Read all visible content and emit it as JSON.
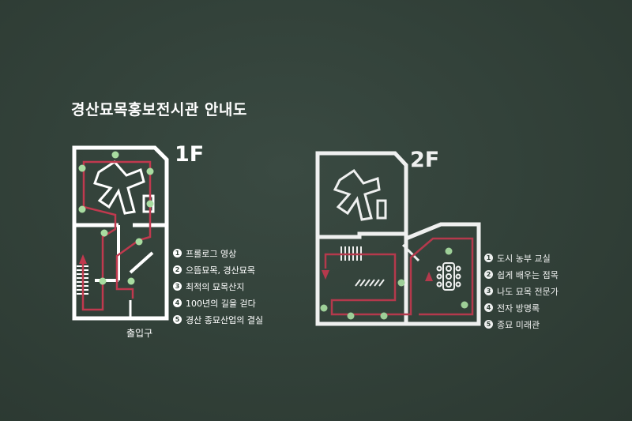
{
  "title": "경산묘목홍보전시관 안내도",
  "floor1": {
    "label": "1F",
    "entrance": "출입구",
    "legend": [
      {
        "num": "1",
        "text": "프롤로그 영상"
      },
      {
        "num": "2",
        "text": "으뜸묘목, 경산묘목"
      },
      {
        "num": "3",
        "text": "최적의 묘목산지"
      },
      {
        "num": "4",
        "text": "100년의 길을 걷다"
      },
      {
        "num": "5",
        "text": "경산 종묘산업의 결실"
      }
    ]
  },
  "floor2": {
    "label": "2F",
    "legend": [
      {
        "num": "1",
        "text": "도시 농부 교실"
      },
      {
        "num": "2",
        "text": "쉽게 배우는 접목"
      },
      {
        "num": "3",
        "text": "나도 묘목 전문가"
      },
      {
        "num": "4",
        "text": "전자 방명록"
      },
      {
        "num": "5",
        "text": "종묘 미래관"
      }
    ]
  },
  "colors": {
    "background": "#33423a",
    "wall": "#ffffff",
    "route": "#c0394e",
    "marker": "#a8dca0"
  }
}
